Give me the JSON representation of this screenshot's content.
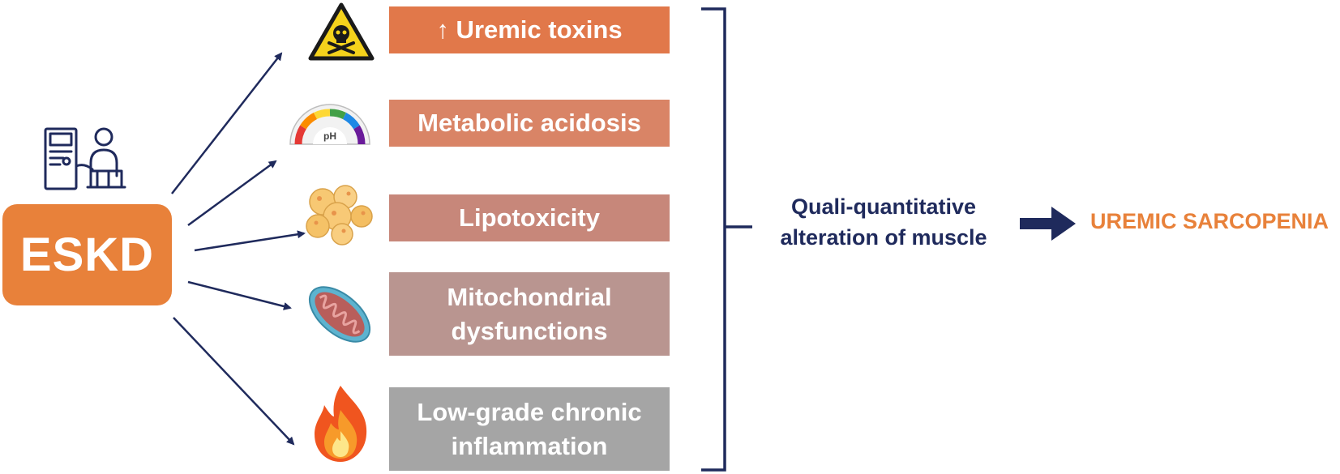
{
  "source": {
    "label": "ESKD",
    "icon": "dialysis-patient-icon"
  },
  "factors": [
    {
      "label": "↑ Uremic toxins",
      "icon": "toxic-hazard-icon",
      "color": "#E1784A"
    },
    {
      "label": "Metabolic acidosis",
      "icon": "ph-gauge-icon",
      "color": "#D98466"
    },
    {
      "label": "Lipotoxicity",
      "icon": "fat-cells-icon",
      "color": "#C7877A"
    },
    {
      "label": "Mitochondrial dysfunctions",
      "icon": "mitochondrion-icon",
      "color": "#B99590"
    },
    {
      "label": "Low-grade chronic inflammation",
      "icon": "fire-icon",
      "color": "#A5A5A5"
    }
  ],
  "outcome": {
    "label": "Quali-quantitative alteration of muscle"
  },
  "final": {
    "label": "UREMIC SARCOPENIA"
  },
  "colors": {
    "eskd": "#E8813A",
    "navy": "#1F2A5C",
    "final": "#E8813A"
  }
}
